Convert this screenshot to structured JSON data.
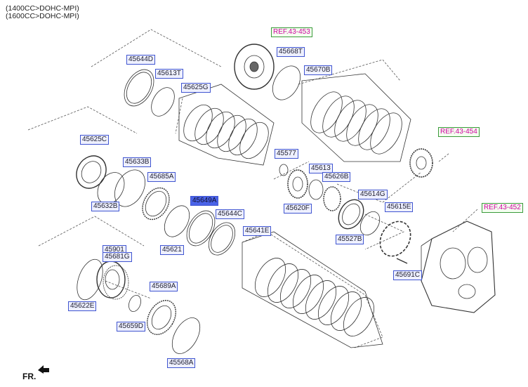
{
  "header": {
    "line1": "(1400CC>DOHC-MPI)",
    "line2": "(1600CC>DOHC-MPI)"
  },
  "front_label": "FR.",
  "refs": {
    "r453": "REF.43-453",
    "r454": "REF.43-454",
    "r452": "REF.43-452"
  },
  "parts": {
    "p45644D": "45644D",
    "p45613T": "45613T",
    "p45625G": "45625G",
    "p45668T": "45668T",
    "p45670B": "45670B",
    "p45625C": "45625C",
    "p45633B": "45633B",
    "p45685A": "45685A",
    "p45632B": "45632B",
    "p45649A": "45649A",
    "p45644C": "45644C",
    "p45621": "45621",
    "p45577": "45577",
    "p45613": "45613",
    "p45626B": "45626B",
    "p45620F": "45620F",
    "p45614G": "45614G",
    "p45615E": "45615E",
    "p45527B": "45527B",
    "p45641E": "45641E",
    "p45901": "45901",
    "p45681G": "45681G",
    "p45691C": "45691C",
    "p45689A": "45689A",
    "p45622E": "45622E",
    "p45659D": "45659D",
    "p45568A": "45568A"
  },
  "colors": {
    "label_border": "#4055d0",
    "label_fill": "#eef0ff",
    "selected_fill": "#4a63e8",
    "ref_text": "#d000a0",
    "ref_border": "#3a9a3a"
  },
  "icons": {
    "front": "arrow-icon"
  }
}
